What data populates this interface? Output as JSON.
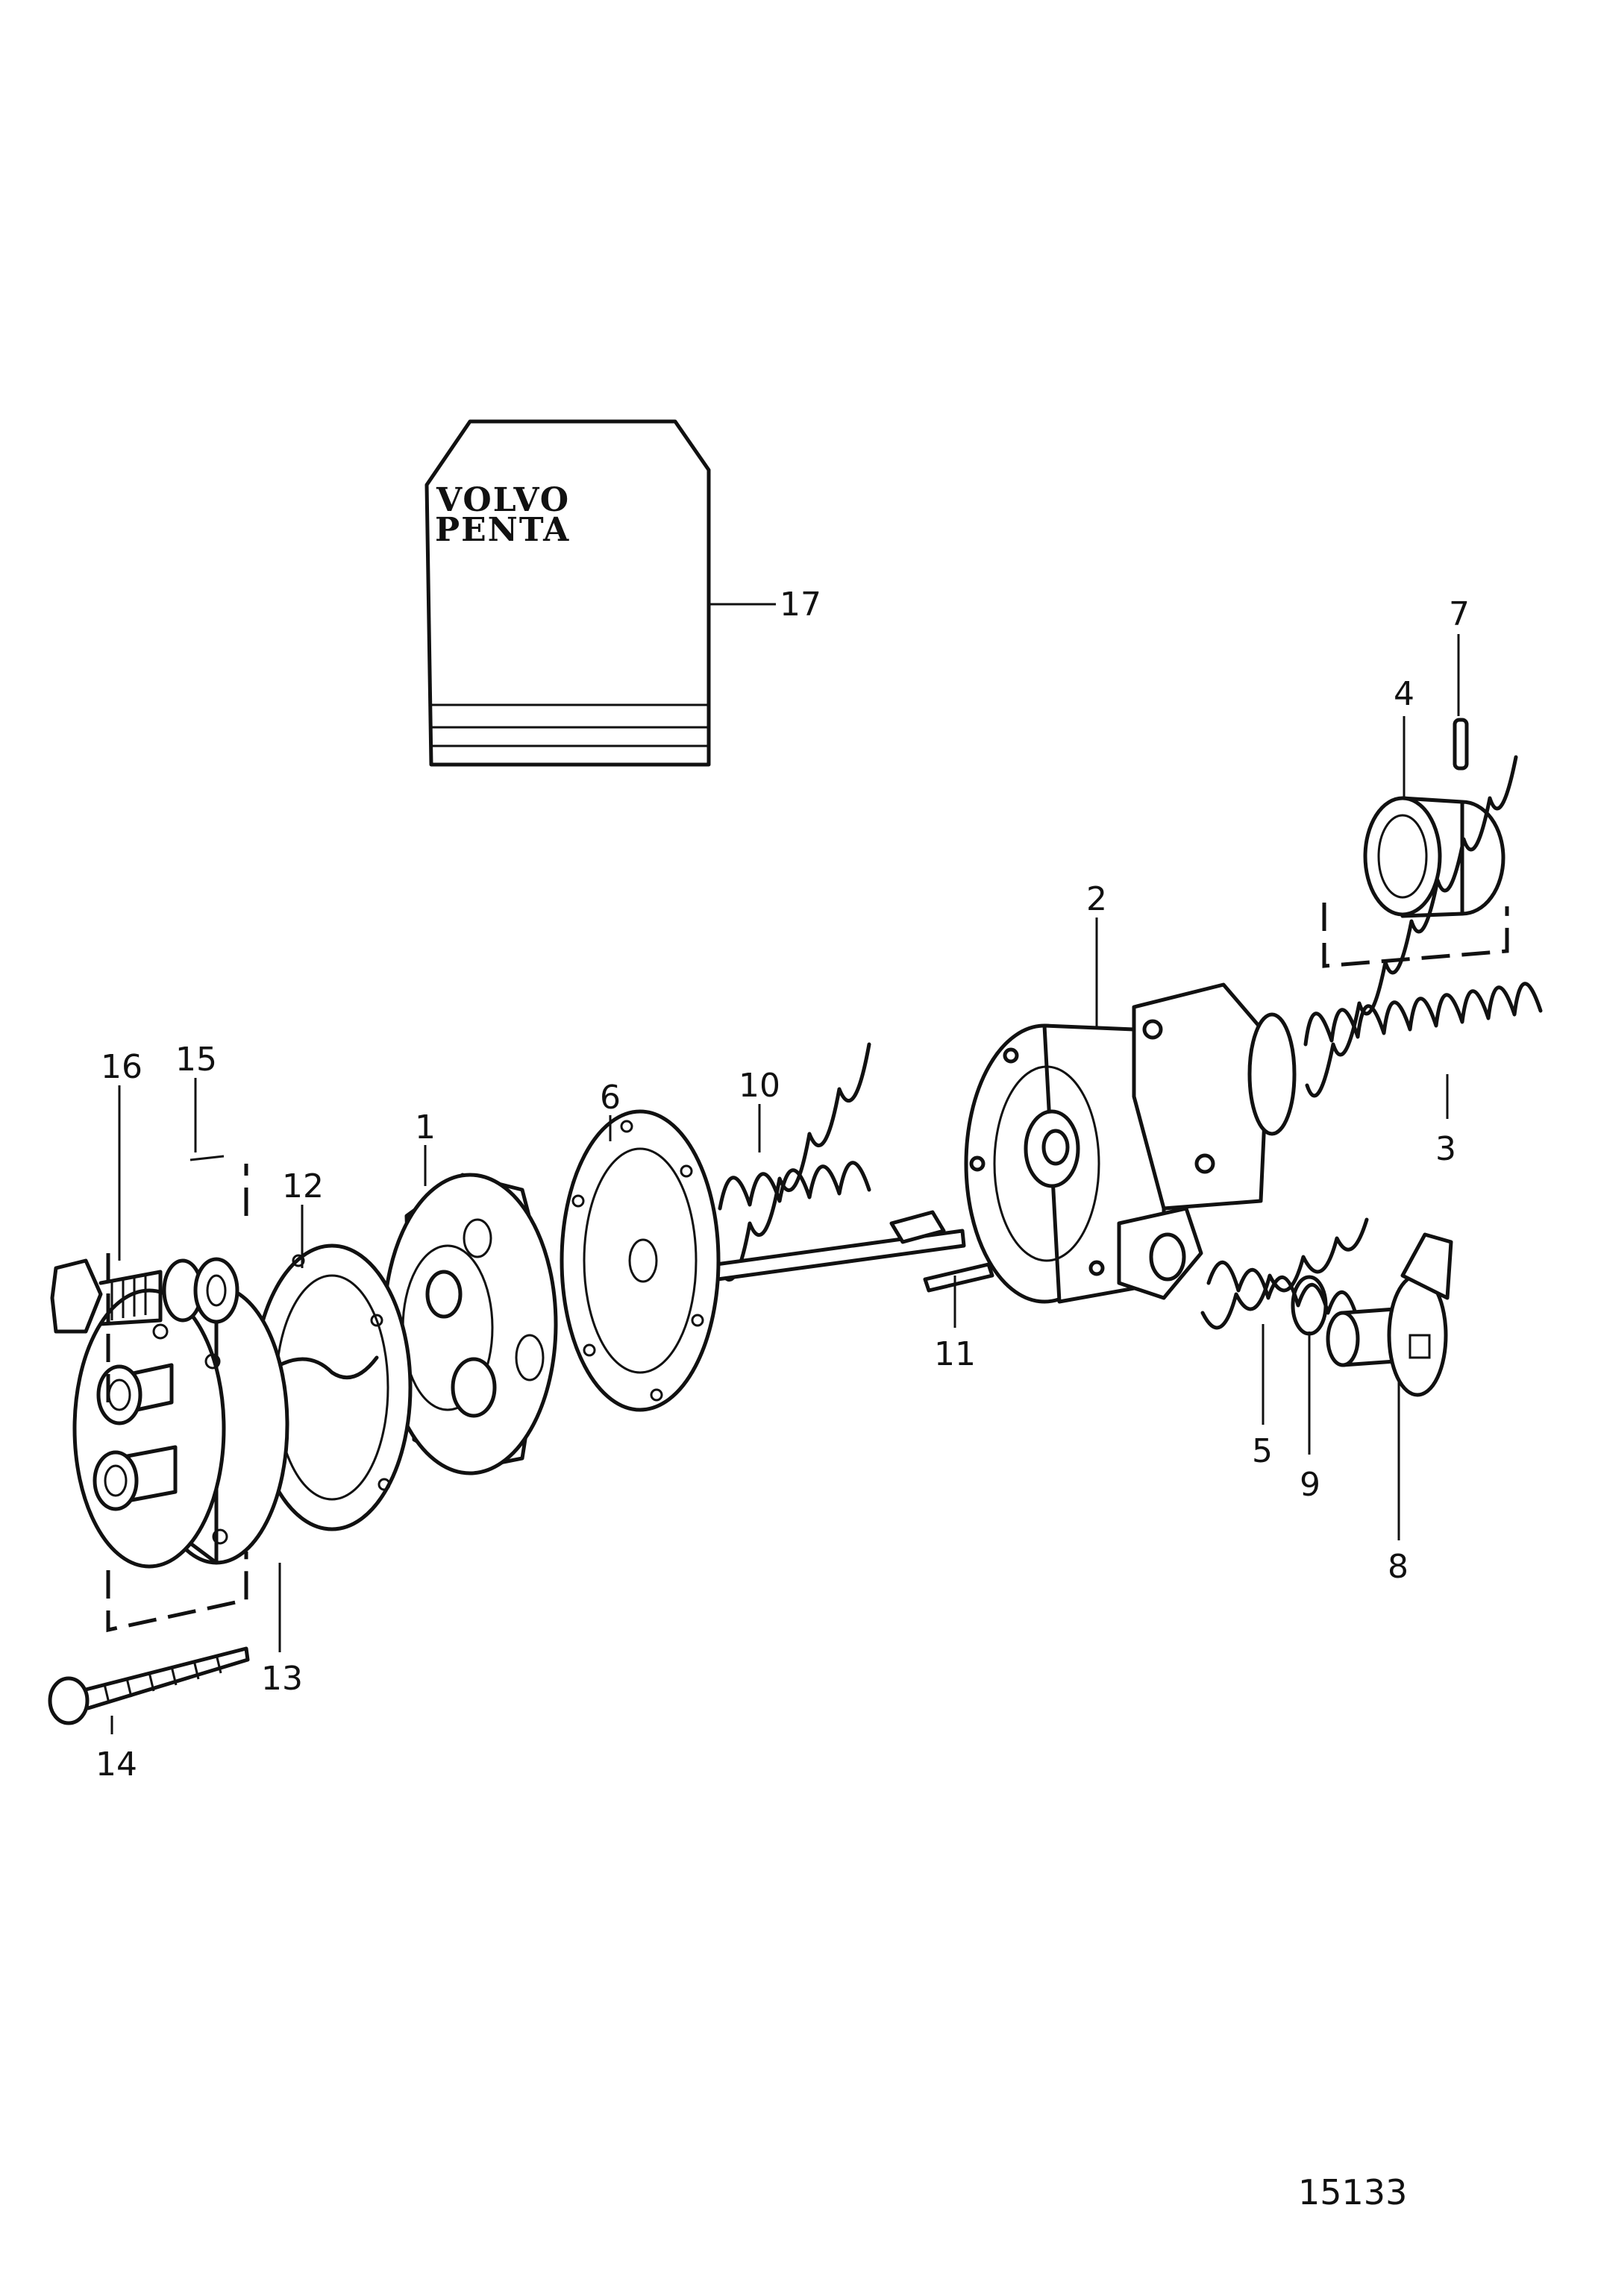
{
  "manual": {
    "brand_line1": "VOLVO",
    "brand_line2": "PENTA"
  },
  "callouts": [
    "1",
    "2",
    "3",
    "4",
    "5",
    "6",
    "7",
    "8",
    "9",
    "10",
    "11",
    "12",
    "13",
    "14",
    "15",
    "16",
    "17"
  ],
  "figure_number": "15133",
  "colors": {
    "ink": "#111111",
    "paper": "#ffffff"
  }
}
